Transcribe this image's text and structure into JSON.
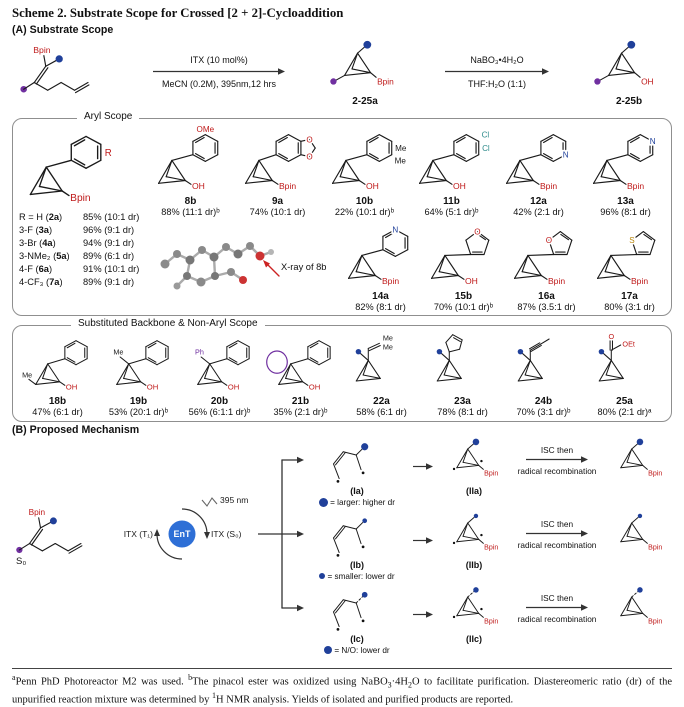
{
  "title": "Scheme 2. Substrate Scope for Crossed [2 + 2]-Cycloaddition",
  "colors": {
    "red": "#bf1a1a",
    "blue": "#20409a",
    "purple": "#7030a0",
    "teal": "#2e8b8b",
    "sulfur": "#b8860b",
    "bond": "#1a1a1a",
    "cycleBlue": "#2e6fd6"
  },
  "sectionA": {
    "label": "(A) Substrate Scope",
    "scheme": {
      "sm_bpin": "Bpin",
      "cond1_top": "ITX (10 mol%)",
      "cond1_bottom": "MeCN (0.2M), 395nm,12 hrs",
      "prod1": "2-25a",
      "prod1_sub": "Bpin",
      "cond2_top": "NaBO₃•4H₂O",
      "cond2_bottom": "THF:H₂O (1:1)",
      "prod2": "2-25b",
      "prod2_sub": "OH"
    },
    "arylScope": {
      "title": "Aryl Scope",
      "base": {
        "ring": "hex",
        "ringLabels": [
          {
            "t": "R",
            "slot": "r",
            "c": "#bf1a1a"
          }
        ],
        "boron": {
          "t": "Bpin",
          "c": "#bf1a1a"
        }
      },
      "rTable": {
        "rows": [
          {
            "r": "R = H",
            "id": "2a",
            "yield": "85% (10:1 dr)"
          },
          {
            "r": "3-F",
            "id": "3a",
            "yield": "96% (9:1 dr)"
          },
          {
            "r": "3-Br",
            "id": "4a",
            "yield": "94% (9:1 dr)"
          },
          {
            "r": "3-NMe₂",
            "id": "5a",
            "yield": "89% (6:1 dr)"
          },
          {
            "r": "4-F",
            "id": "6a",
            "yield": "91% (10:1 dr)"
          },
          {
            "r": "4-CF₃",
            "id": "7a",
            "yield": "89% (9:1 dr)"
          }
        ]
      },
      "xray_caption": "X-ray of 8b",
      "row1": [
        {
          "id": "8b",
          "yield": "88% (11:1 dr)ᵇ",
          "ring": "hex",
          "ringLabels": [
            {
              "t": "OMe",
              "slot": "top",
              "c": "#bf1a1a"
            }
          ],
          "boron": {
            "t": "OH",
            "c": "#bf1a1a"
          }
        },
        {
          "id": "9a",
          "yield": "74% (10:1 dr)",
          "ring": "diox",
          "ringLabels": [],
          "boron": {
            "t": "Bpin",
            "c": "#bf1a1a"
          }
        },
        {
          "id": "10b",
          "yield": "22% (10:1 dr)ᵇ",
          "ring": "hex",
          "ringLabels": [
            {
              "t": "Me",
              "slot": "r",
              "c": "#1a1a1a"
            },
            {
              "t": "Me",
              "slot": "br",
              "c": "#1a1a1a"
            }
          ],
          "boron": {
            "t": "OH",
            "c": "#bf1a1a"
          }
        },
        {
          "id": "11b",
          "yield": "64% (5:1 dr)ᵇ",
          "ring": "hex",
          "ringLabels": [
            {
              "t": "Cl",
              "slot": "tr",
              "c": "#2e8b8b"
            },
            {
              "t": "Cl",
              "slot": "r",
              "c": "#2e8b8b"
            }
          ],
          "boron": {
            "t": "OH",
            "c": "#bf1a1a"
          }
        },
        {
          "id": "12a",
          "yield": "42% (2:1 dr)",
          "ring": "hex",
          "ringLabels": [
            {
              "t": "N",
              "slot": "vo",
              "c": "#20409a"
            }
          ],
          "boron": {
            "t": "Bpin",
            "c": "#bf1a1a"
          }
        },
        {
          "id": "13a",
          "yield": "96% (8:1 dr)",
          "ring": "hex",
          "ringLabels": [
            {
              "t": "N",
              "slot": "vm",
              "c": "#20409a"
            }
          ],
          "boron": {
            "t": "Bpin",
            "c": "#bf1a1a"
          }
        }
      ],
      "row2": [
        {
          "id": "14a",
          "yield": "82% (8:1 dr)",
          "ring": "hex",
          "ringLabels": [
            {
              "t": "N",
              "slot": "vp",
              "c": "#20409a"
            }
          ],
          "boron": {
            "t": "Bpin",
            "c": "#bf1a1a"
          }
        },
        {
          "id": "15b",
          "yield": "70% (10:1 dr)ᵇ",
          "ring": "pent",
          "ringLabels": [
            {
              "t": "O",
              "slot": "ptop",
              "c": "#bf1a1a"
            }
          ],
          "boron": {
            "t": "OH",
            "c": "#bf1a1a"
          }
        },
        {
          "id": "16a",
          "yield": "87% (3.5:1 dr)",
          "ring": "pent",
          "ringLabels": [
            {
              "t": "O",
              "slot": "padj",
              "c": "#bf1a1a"
            }
          ],
          "boron": {
            "t": "Bpin",
            "c": "#bf1a1a"
          }
        },
        {
          "id": "17a",
          "yield": "80% (3:1 dr)",
          "ring": "pent",
          "ringLabels": [
            {
              "t": "S",
              "slot": "padj",
              "c": "#b8860b"
            }
          ],
          "boron": {
            "t": "Bpin",
            "c": "#bf1a1a"
          }
        }
      ]
    },
    "backboneScope": {
      "title": "Substituted Backbone & Non-Aryl Scope",
      "compounds": [
        {
          "id": "18b",
          "yield": "47% (6:1 dr)",
          "ring": "hex",
          "cageLabels": [
            {
              "t": "Me",
              "slot": "cl",
              "c": "#1a1a1a"
            }
          ],
          "boron": {
            "t": "OH",
            "c": "#bf1a1a"
          }
        },
        {
          "id": "19b",
          "yield": "53% (20:1 dr)ᵇ",
          "ring": "hex",
          "cageLabels": [
            {
              "t": "Me",
              "slot": "ct",
              "c": "#1a1a1a"
            }
          ],
          "boron": {
            "t": "OH",
            "c": "#bf1a1a"
          }
        },
        {
          "id": "20b",
          "yield": "56% (6:1:1 dr)ᵇ",
          "ring": "hex",
          "cageLabels": [
            {
              "t": "Ph",
              "slot": "ct",
              "c": "#7030a0"
            }
          ],
          "boron": {
            "t": "OH",
            "c": "#bf1a1a"
          }
        },
        {
          "id": "21b",
          "yield": "35% (2:1 dr)ᵇ",
          "ring": "hex",
          "fused": true,
          "boron": {
            "t": "OH",
            "c": "#bf1a1a"
          }
        },
        {
          "id": "22a",
          "yield": "58% (6:1 dr)",
          "tail": "prenyl",
          "tailLabels": [
            {
              "t": "Me",
              "c": "#1a1a1a"
            },
            {
              "t": "Me",
              "c": "#1a1a1a"
            }
          ],
          "dot": true
        },
        {
          "id": "23a",
          "yield": "78% (8:1 dr)",
          "tail": "cyclopentene",
          "dot": true
        },
        {
          "id": "24b",
          "yield": "70% (3:1 dr)ᵇ",
          "tail": "alkyne",
          "dot": true
        },
        {
          "id": "25a",
          "yield": "80% (2:1 dr)ᵃ",
          "tail": "ester",
          "tailLabels": [
            {
              "t": "O",
              "c": "#bf1a1a"
            },
            {
              "t": "OEt",
              "c": "#bf1a1a"
            }
          ],
          "dot": true
        }
      ]
    }
  },
  "sectionB": {
    "label": "(B) Proposed Mechanism",
    "cycle": {
      "t1": "ITX (T₁)",
      "s0": "ITX (S₀)",
      "photon": "395 nm",
      "ent": "EnT",
      "smLabel": "S₀",
      "bpin": "Bpin"
    },
    "pathways": [
      {
        "i": "(Ia)",
        "ii": "(IIa)",
        "legend": "= larger: higher dr",
        "isc": "ISC then",
        "isc2": "radical recombination",
        "dot": "large",
        "bpin": "Bpin"
      },
      {
        "i": "(Ib)",
        "ii": "(IIb)",
        "legend": "= smaller: lower dr",
        "isc": "ISC then",
        "isc2": "radical recombination",
        "dot": "small",
        "bpin": "Bpin"
      },
      {
        "i": "(Ic)",
        "ii": "(IIc)",
        "legend": "= N/O: lower dr",
        "isc": "ISC then",
        "isc2": "radical recombination",
        "dot": "het",
        "bpin": "Bpin"
      }
    ]
  },
  "footnote": {
    "segments": [
      {
        "sup": "a"
      },
      {
        "t": "Penn PhD Photoreactor M2 was used. "
      },
      {
        "sup": "b"
      },
      {
        "t": "The pinacol ester was oxidized using NaBO"
      },
      {
        "sub": "3"
      },
      {
        "t": "·4H"
      },
      {
        "sub": "2"
      },
      {
        "t": "O to facilitate purification. Diastereomeric ratio (dr) of the unpurified reaction mixture was determined by "
      },
      {
        "sup": "1"
      },
      {
        "t": "H NMR analysis. Yields of isolated and purified products are reported."
      }
    ]
  }
}
